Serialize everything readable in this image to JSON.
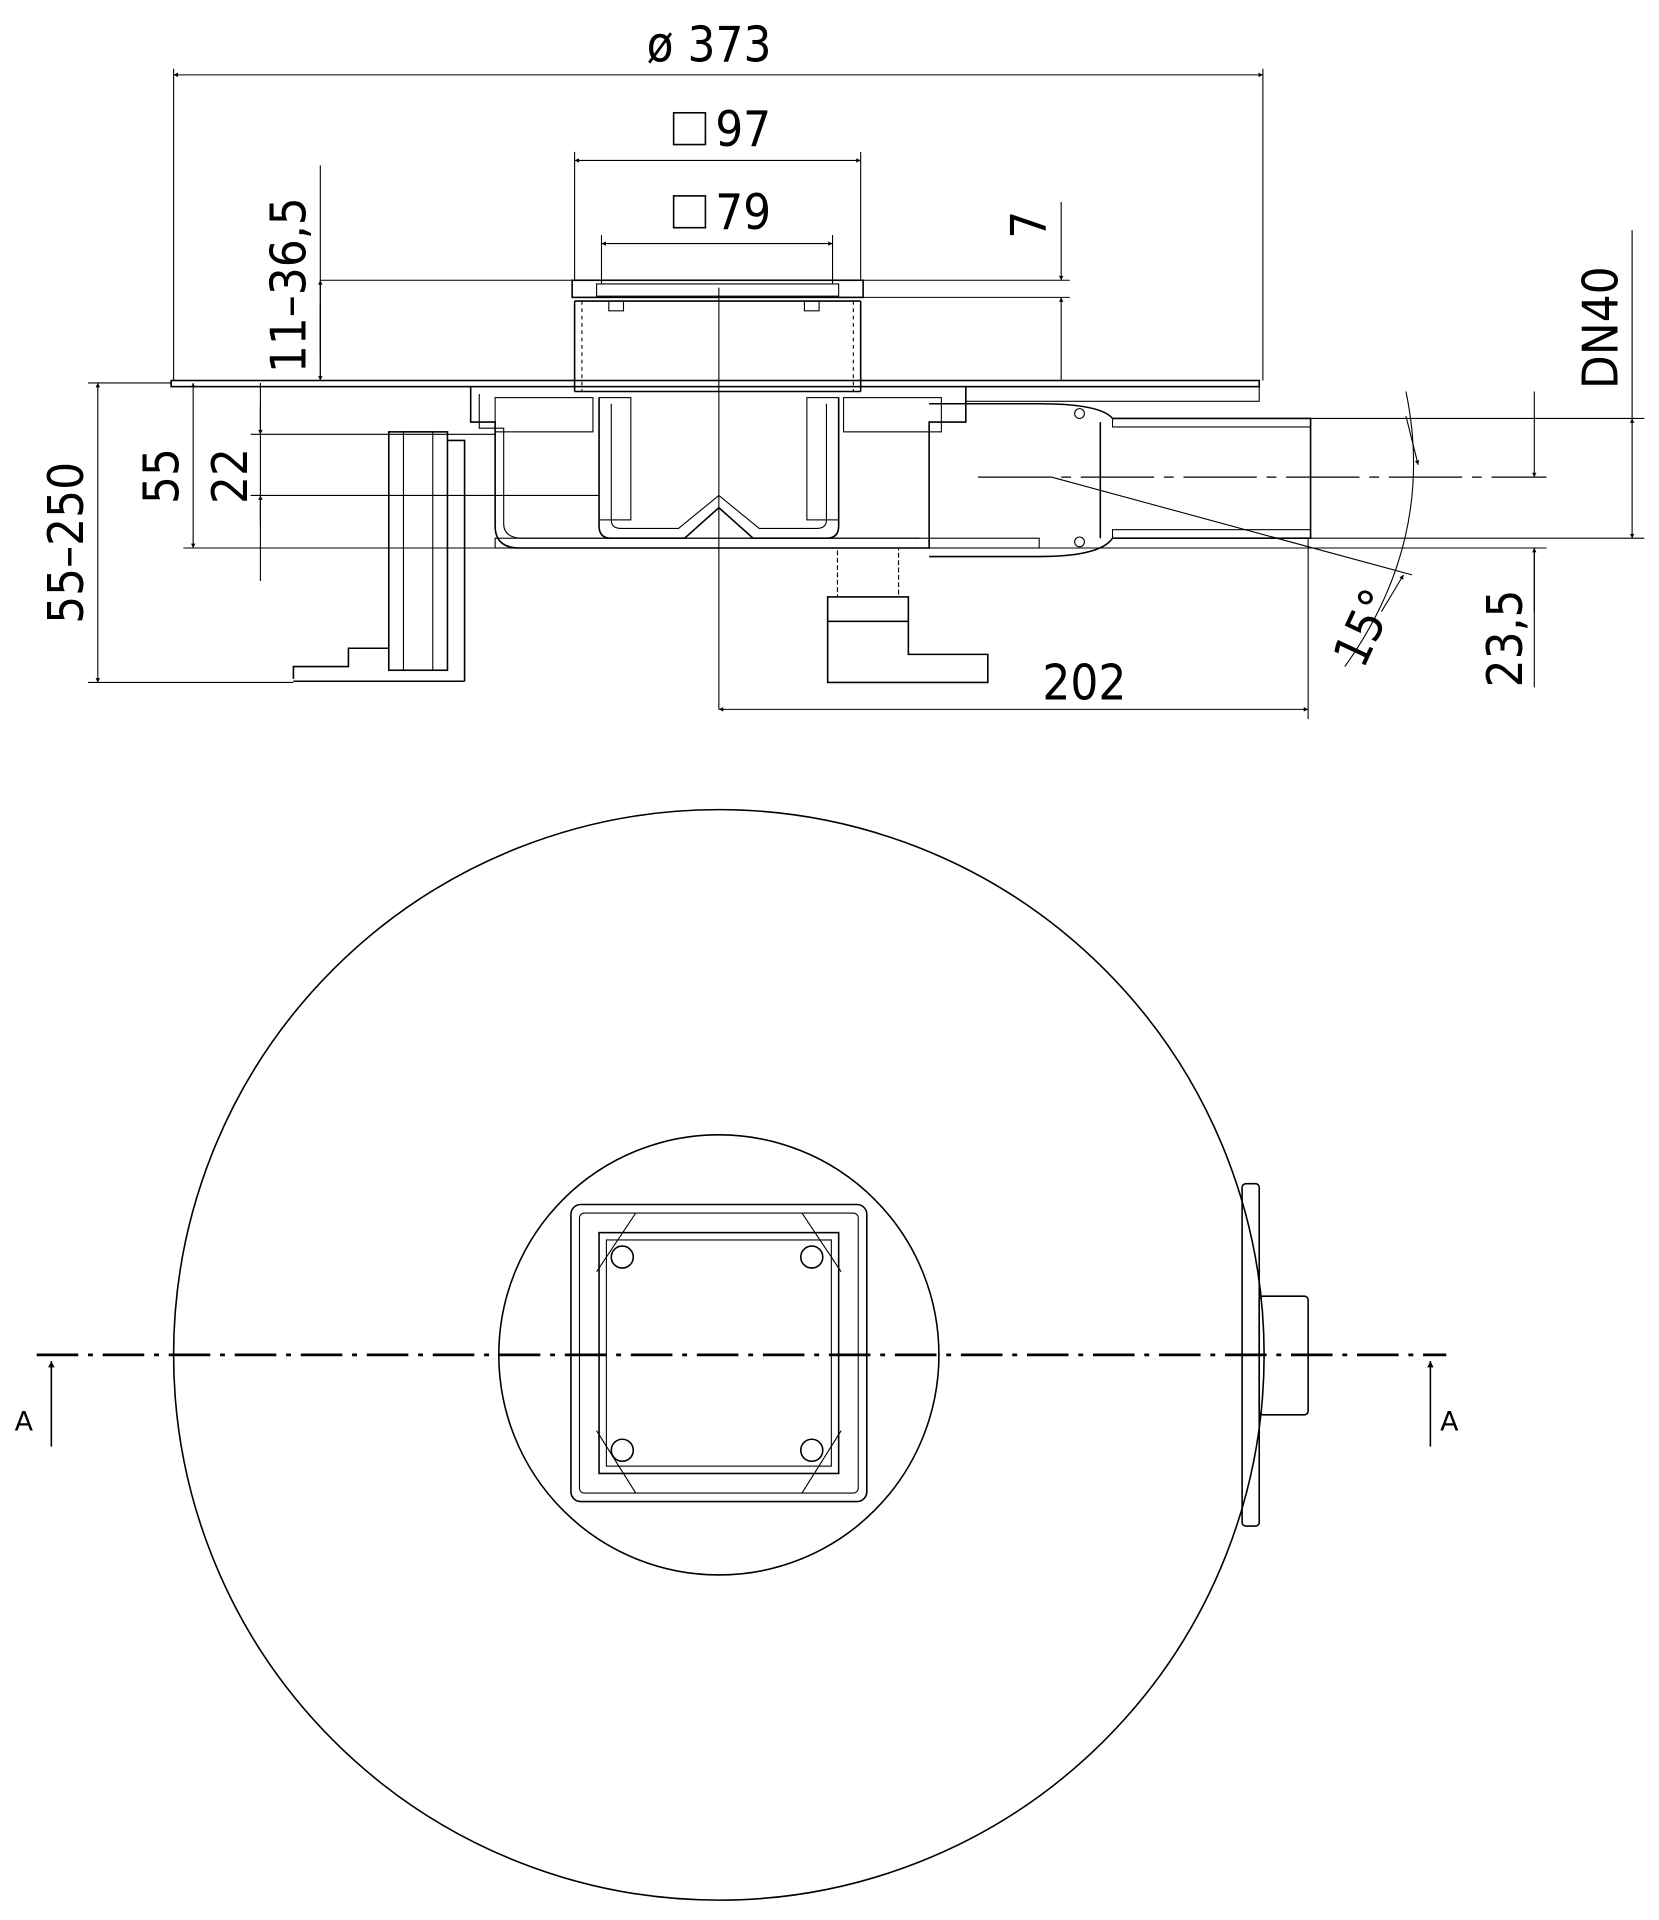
{
  "section_view": {
    "dimensions": {
      "diameter": "ø 373",
      "square_outer": "97",
      "square_inner": "79",
      "grate_height": "7",
      "height_adjust": "11–36,5",
      "total_height": "55–250",
      "height_55": "55",
      "height_22": "22",
      "outlet_dn": "DN40",
      "outlet_offset": "23,5",
      "outlet_length": "202",
      "angle": "15°"
    }
  },
  "plan_view": {
    "section_marker_left": "A",
    "section_marker_right": "A"
  },
  "colors": {
    "line": "#000000",
    "background": "#ffffff"
  }
}
